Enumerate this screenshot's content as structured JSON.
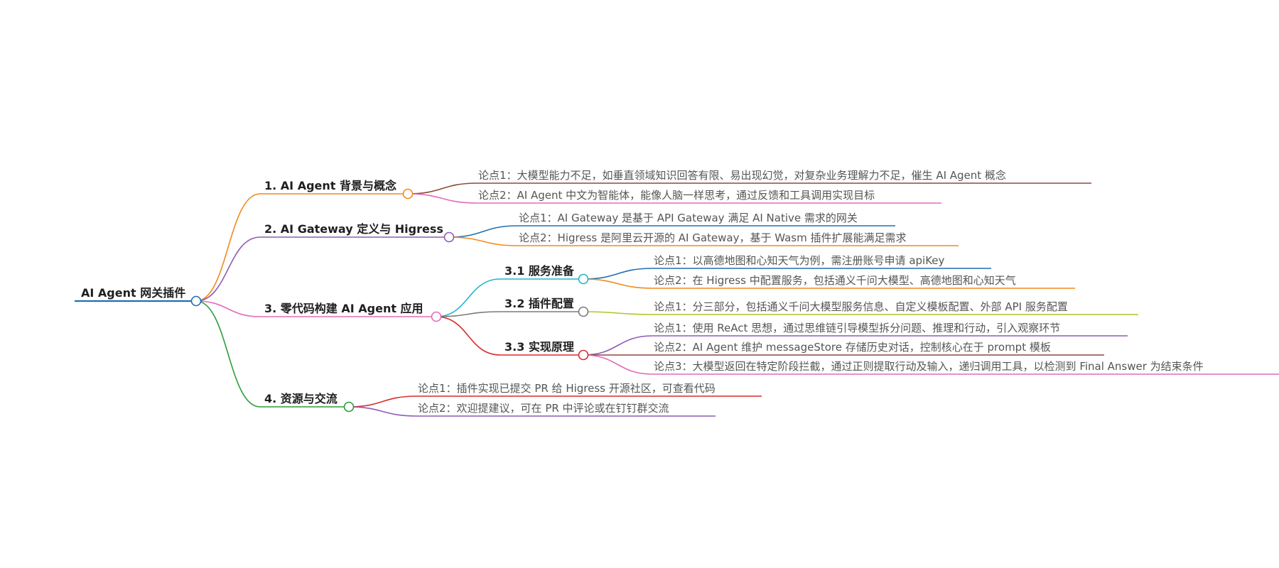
{
  "mindmap": {
    "root": {
      "label": "AI Agent 网关插件",
      "color": "#1f6fb2",
      "children": [
        {
          "label": "1. AI Agent 背景与概念",
          "color": "#f28a1e",
          "children": [
            {
              "label": "论点1：大模型能力不足，如垂直领域知识回答有限、易出现幻觉，对复杂业务理解力不足，催生 AI Agent 概念",
              "color": "#8b4a3c"
            },
            {
              "label": "论点2：AI Agent 中文为智能体，能像人脑一样思考，通过反馈和工具调用实现目标",
              "color": "#e06db8"
            }
          ]
        },
        {
          "label": "2. AI Gateway 定义与 Higress",
          "color": "#8e5bb5",
          "children": [
            {
              "label": "论点1：AI Gateway 是基于 API Gateway 满足 AI Native 需求的网关",
              "color": "#1f6fb2"
            },
            {
              "label": "论点2：Higress 是阿里云开源的 AI Gateway，基于 Wasm 插件扩展能满足需求",
              "color": "#f28a1e"
            }
          ]
        },
        {
          "label": "3. 零代码构建 AI Agent 应用",
          "color": "#e06db8",
          "children": [
            {
              "label": "3.1 服务准备",
              "color": "#1fb6c9",
              "children": [
                {
                  "label": "论点1：以高德地图和心知天气为例，需注册账号申请 apiKey",
                  "color": "#1f6fb2"
                },
                {
                  "label": "论点2：在 Higress 中配置服务，包括通义千问大模型、高德地图和心知天气",
                  "color": "#f28a1e"
                }
              ]
            },
            {
              "label": "3.2 插件配置",
              "color": "#7a7a7a",
              "children": [
                {
                  "label": "论点1：分三部分，包括通义千问大模型服务信息、自定义模板配置、外部 API 服务配置",
                  "color": "#b5c22a"
                }
              ]
            },
            {
              "label": "3.3 实现原理",
              "color": "#d62d2d",
              "children": [
                {
                  "label": "论点1：使用 ReAct 思想，通过思维链引导模型拆分问题、推理和行动，引入观察环节",
                  "color": "#8e5bb5"
                },
                {
                  "label": "论点2：AI Agent 维护 messageStore 存储历史对话，控制核心在于 prompt 模板",
                  "color": "#8b4a3c"
                },
                {
                  "label": "论点3：大模型返回在特定阶段拦截，通过正则提取行动及输入，递归调用工具，以检测到 Final Answer 为结束条件",
                  "color": "#e06db8"
                }
              ]
            }
          ]
        },
        {
          "label": "4. 资源与交流",
          "color": "#2a9d3c",
          "children": [
            {
              "label": "论点1：插件实现已提交 PR 给 Higress 开源社区，可查看代码",
              "color": "#d62d2d"
            },
            {
              "label": "论点2：欢迎提建议，可在 PR 中评论或在钉钉群交流",
              "color": "#8e5bb5"
            }
          ]
        }
      ]
    }
  }
}
